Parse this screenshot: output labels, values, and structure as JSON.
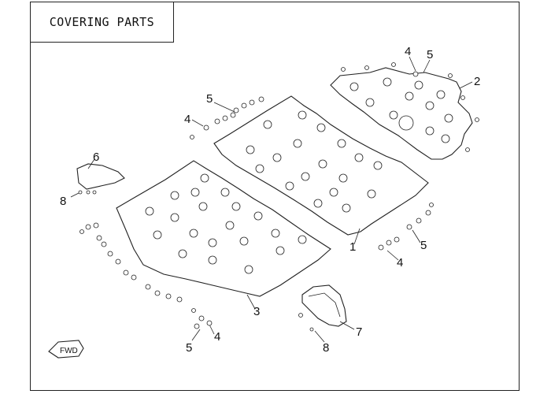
{
  "title": "COVERING PARTS",
  "fwd_label": "FWD",
  "callouts": [
    {
      "id": "c1",
      "text": "1"
    },
    {
      "id": "c2",
      "text": "2"
    },
    {
      "id": "c3",
      "text": "3"
    },
    {
      "id": "c4a",
      "text": "4"
    },
    {
      "id": "c5a",
      "text": "5"
    },
    {
      "id": "c5b",
      "text": "5"
    },
    {
      "id": "c4b",
      "text": "4"
    },
    {
      "id": "c6",
      "text": "6"
    },
    {
      "id": "c8a",
      "text": "8"
    },
    {
      "id": "c5c",
      "text": "5"
    },
    {
      "id": "c4c",
      "text": "4"
    },
    {
      "id": "c4d",
      "text": "4"
    },
    {
      "id": "c5d",
      "text": "5"
    },
    {
      "id": "c7",
      "text": "7"
    },
    {
      "id": "c8b",
      "text": "8"
    }
  ]
}
